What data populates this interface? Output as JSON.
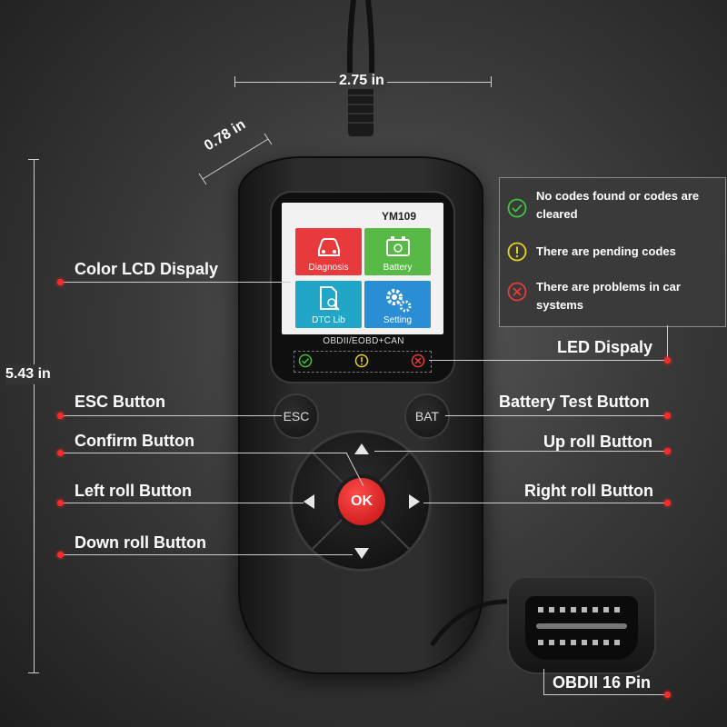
{
  "dimensions": {
    "width": "2.75 in",
    "depth": "0.78 in",
    "height": "5.43 in"
  },
  "screen": {
    "model": "YM109",
    "tiles": [
      {
        "label": "Diagnosis",
        "icon": "car-icon",
        "color": "#e8393c"
      },
      {
        "label": "Battery",
        "icon": "battery-icon",
        "color": "#58b947"
      },
      {
        "label": "DTC Lib",
        "icon": "document-search-icon",
        "color": "#21a6c8"
      },
      {
        "label": "Setting",
        "icon": "gears-icon",
        "color": "#2a8ed4"
      }
    ],
    "protocol": "OBDII/EOBD+CAN"
  },
  "buttons": {
    "esc": "ESC",
    "bat": "BAT",
    "ok": "OK"
  },
  "callouts": {
    "lcd": "Color LCD Dispaly",
    "led": "LED Dispaly",
    "esc": "ESC Button",
    "battery_test": "Battery Test Button",
    "confirm": "Confirm Button",
    "up": "Up roll Button",
    "left": "Left roll Button",
    "right": "Right roll Button",
    "down": "Down roll Button",
    "obd": "OBDII 16 Pin"
  },
  "legend": [
    {
      "text": "No codes found or codes are cleared",
      "icon": "check-circle-icon",
      "color": "#3ec43e"
    },
    {
      "text": "There are pending codes",
      "icon": "exclamation-circle-icon",
      "color": "#e6d31a"
    },
    {
      "text": "There are problems in car systems",
      "icon": "x-circle-icon",
      "color": "#e83a3a"
    }
  ],
  "accent": "#ff2a2a"
}
